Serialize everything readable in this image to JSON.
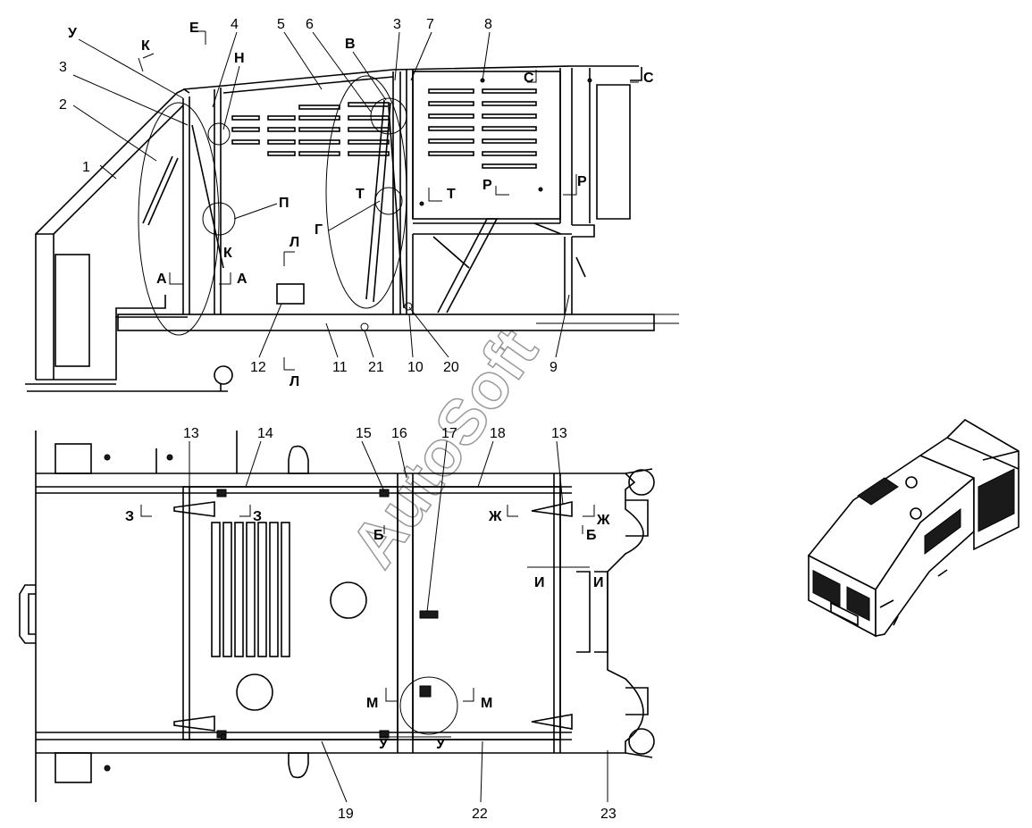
{
  "callouts": [
    "1",
    "2",
    "3",
    "3",
    "4",
    "5",
    "6",
    "7",
    "8",
    "9",
    "10",
    "11",
    "12",
    "13",
    "13",
    "14",
    "15",
    "16",
    "17",
    "18",
    "19",
    "20",
    "21",
    "22",
    "23"
  ],
  "sections": [
    "У",
    "К",
    "Е",
    "Н",
    "В",
    "С",
    "С",
    "Р",
    "Р",
    "Т",
    "Т",
    "Г",
    "П",
    "К",
    "Л",
    "Л",
    "А",
    "А",
    "З",
    "З",
    "Б",
    "Б",
    "Ж",
    "Ж",
    "И",
    "И",
    "М",
    "М",
    "У",
    "У"
  ],
  "watermark": "AutoSoft"
}
